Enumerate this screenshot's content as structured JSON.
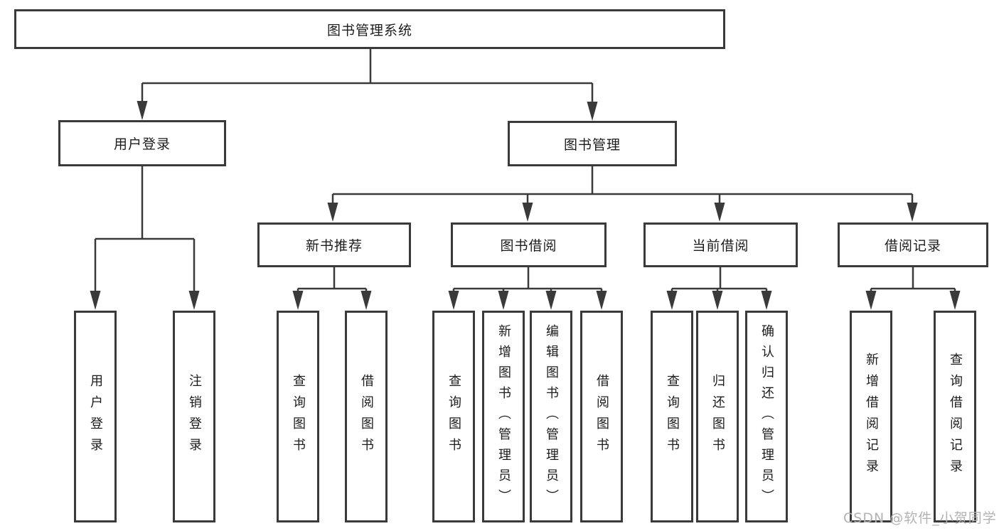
{
  "diagram": {
    "root": {
      "label": "图书管理系统"
    },
    "level1": [
      {
        "label": "用户登录"
      },
      {
        "label": "图书管理"
      }
    ],
    "level2": [
      {
        "label": "新书推荐"
      },
      {
        "label": "图书借阅"
      },
      {
        "label": "当前借阅"
      },
      {
        "label": "借阅记录"
      }
    ],
    "leaves": [
      {
        "label": "用户登录"
      },
      {
        "label": "注销登录"
      },
      {
        "label": "查询图书"
      },
      {
        "label": "借阅图书"
      },
      {
        "label": "查询图书"
      },
      {
        "label": "新增图书（管理员）"
      },
      {
        "label": "编辑图书（管理员）"
      },
      {
        "label": "借阅图书"
      },
      {
        "label": "查询图书"
      },
      {
        "label": "归还图书"
      },
      {
        "label": "确认归还（管理员）"
      },
      {
        "label": "新增借阅记录"
      },
      {
        "label": "查询借阅记录"
      }
    ]
  },
  "watermark": {
    "text": "CSDN @软件_小贺同学"
  },
  "colors": {
    "line": "#3a3a3a",
    "text": "#1c1c1c",
    "watermark": "#b3b3b3",
    "background": "#ffffff"
  }
}
